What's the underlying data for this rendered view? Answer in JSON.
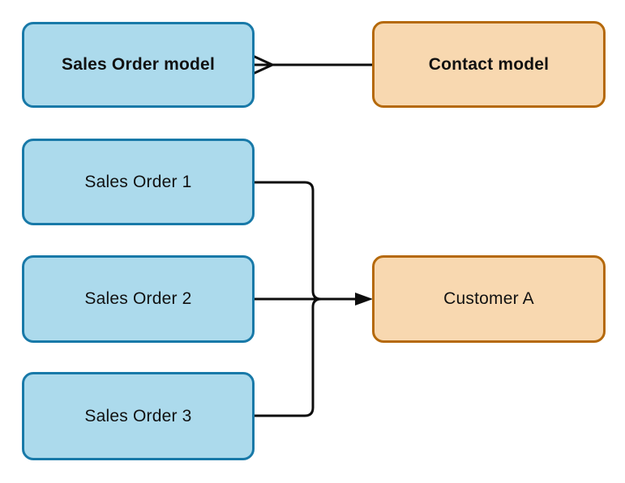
{
  "diagram": {
    "nodes": [
      {
        "id": "sales-order-model",
        "label": "Sales Order model",
        "style": "blue",
        "emphasis": "bold"
      },
      {
        "id": "contact-model",
        "label": "Contact model",
        "style": "orange",
        "emphasis": "bold"
      },
      {
        "id": "sales-order-1",
        "label": "Sales Order 1",
        "style": "blue",
        "emphasis": "normal"
      },
      {
        "id": "sales-order-2",
        "label": "Sales Order 2",
        "style": "blue",
        "emphasis": "normal"
      },
      {
        "id": "sales-order-3",
        "label": "Sales Order 3",
        "style": "blue",
        "emphasis": "normal"
      },
      {
        "id": "customer-a",
        "label": "Customer A",
        "style": "orange",
        "emphasis": "normal"
      }
    ],
    "edges": [
      {
        "from": "Sales Order model",
        "to": "Contact model",
        "relationship": "many-to-one",
        "marker_start": "crow-foot-many",
        "marker_end": "none"
      },
      {
        "from": "Sales Order 1",
        "to": "Customer A",
        "relationship": "merge-into-arrow",
        "marker_end": "arrow"
      },
      {
        "from": "Sales Order 2",
        "to": "Customer A",
        "relationship": "merge-into-arrow",
        "marker_end": "arrow"
      },
      {
        "from": "Sales Order 3",
        "to": "Customer A",
        "relationship": "merge-into-arrow",
        "marker_end": "arrow"
      }
    ],
    "colors": {
      "blue_fill": "#ACDAEC",
      "blue_border": "#1879A8",
      "orange_fill": "#F8D8B0",
      "orange_border": "#B5690B",
      "line": "#0D0D0D",
      "text": "#111111",
      "background": "#FFFFFF"
    }
  }
}
